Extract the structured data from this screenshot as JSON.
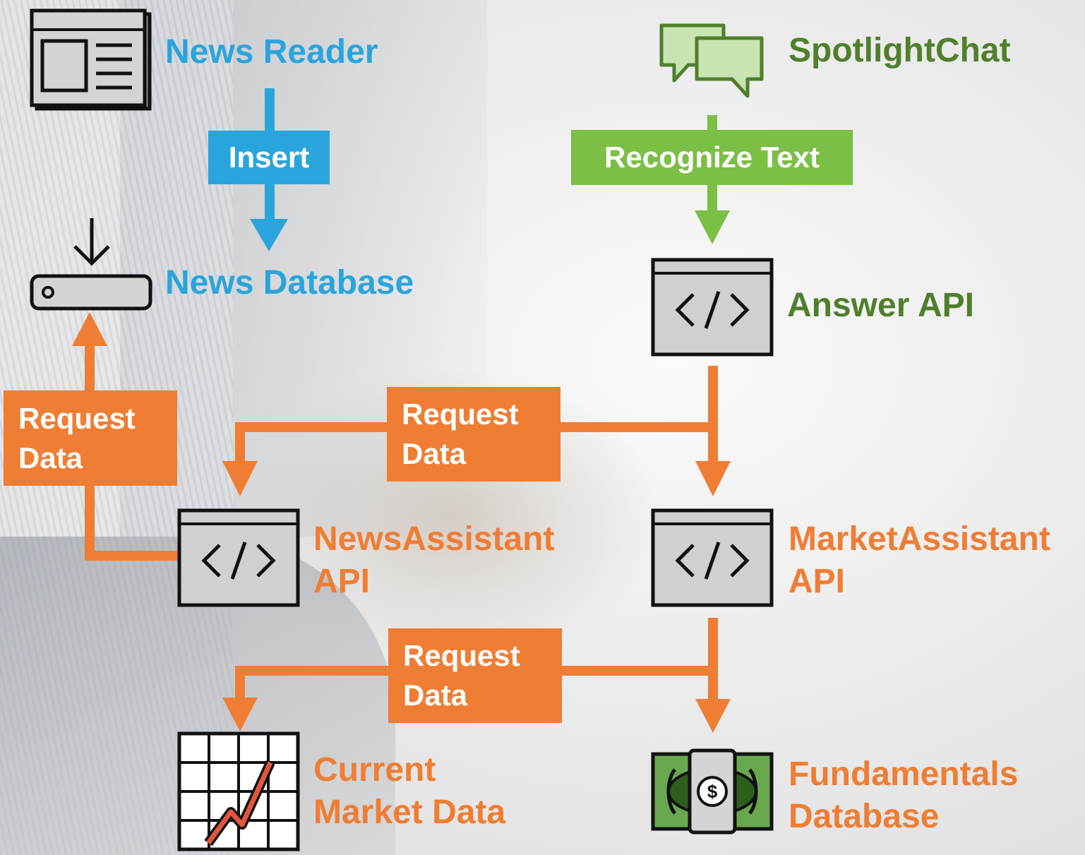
{
  "nodes": {
    "news_reader": "News Reader",
    "spotlight_chat": "SpotlightChat",
    "news_database": "News Database",
    "answer_api": "Answer API",
    "news_assistant_api": [
      "NewsAssistant",
      "API"
    ],
    "market_assistant_api": [
      "MarketAssistant",
      "API"
    ],
    "current_market_data": [
      "Current",
      "Market Data"
    ],
    "fundamentals_database": [
      "Fundamentals",
      "Database"
    ]
  },
  "edges": {
    "insert": "Insert",
    "recognize_text": "Recognize Text",
    "request_data_left": [
      "Request",
      "Data"
    ],
    "request_data_middle": [
      "Request",
      "Data"
    ],
    "request_data_bottom": [
      "Request",
      "Data"
    ]
  },
  "icons": {
    "news_reader": "newspaper-icon",
    "spotlight_chat": "chat-bubbles-icon",
    "news_database": "router-download-icon",
    "answer_api": "code-window-icon",
    "news_assistant_api": "code-window-icon",
    "market_assistant_api": "code-window-icon",
    "current_market_data": "stock-chart-icon",
    "fundamentals_database": "money-bill-icon"
  },
  "colors": {
    "blue": "#2aa4dc",
    "green_text": "#4f7f2b",
    "green_fill": "#7bbf45",
    "orange": "#ef7d33"
  }
}
